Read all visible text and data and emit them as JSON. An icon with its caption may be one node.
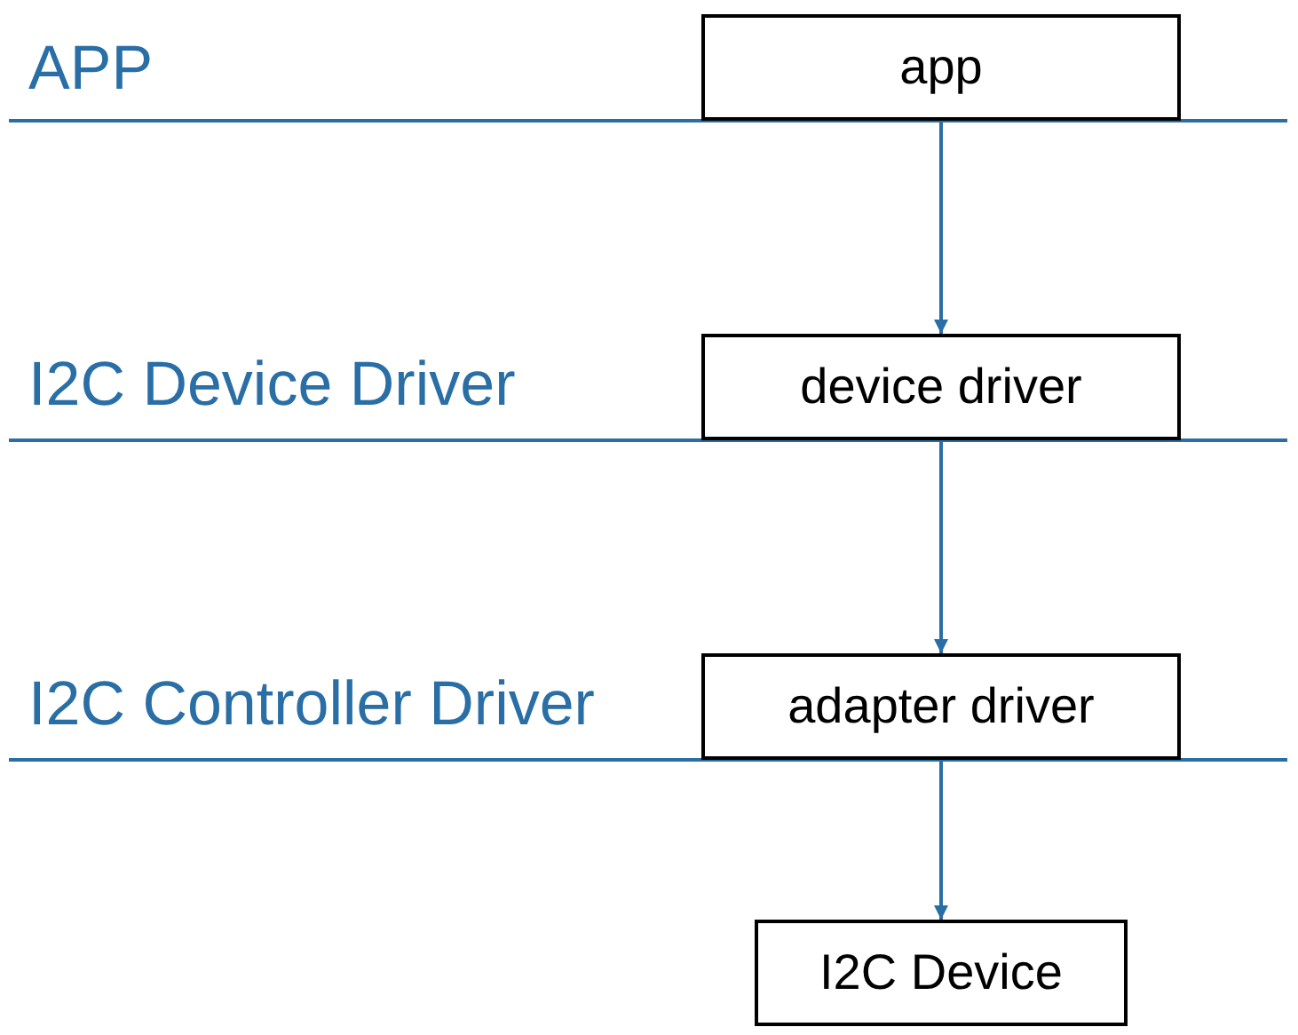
{
  "diagram": {
    "nodes": [
      {
        "text": [
          "app"
        ]
      },
      {
        "text": [
          "device driver"
        ]
      },
      {
        "text": [
          "adapter driver"
        ]
      },
      {
        "text": [
          "I2C Device"
        ]
      }
    ],
    "edges": [
      {
        "from": 0,
        "to": 1,
        "arrow": "to"
      },
      {
        "from": 1,
        "to": 2,
        "arrow": "to"
      },
      {
        "from": 2,
        "to": 3,
        "arrow": "to"
      }
    ],
    "labels": [
      "APP",
      "I2C Device Driver",
      "I2C Controller Driver"
    ]
  }
}
